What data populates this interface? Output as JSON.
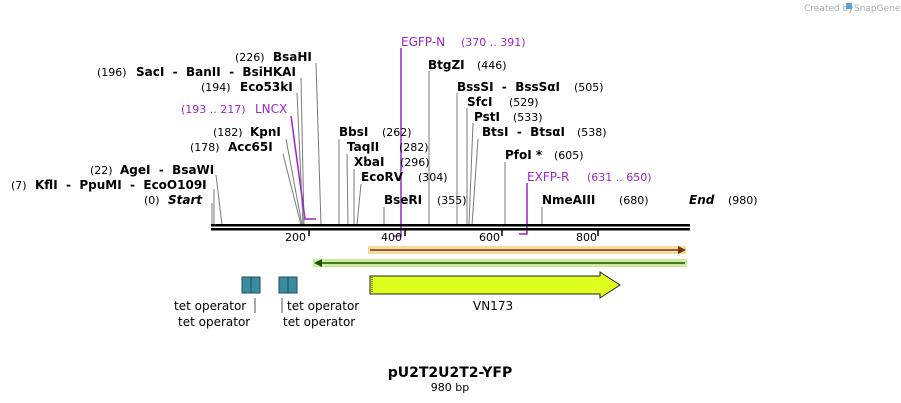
{
  "credit": {
    "prefix": "Created by",
    "brand": "SnapGene"
  },
  "map": {
    "title": "pU2T2U2T2-YFP",
    "length_label": "980 bp",
    "total_bp": 980
  },
  "labels": [
    {
      "id": "start",
      "name": "Start",
      "pos": "(0)",
      "italic": true
    },
    {
      "id": "kfli",
      "name": "KflI  -  PpuMI  -  EcoO109I",
      "pos": "(7)"
    },
    {
      "id": "agei",
      "name": "AgeI  -  BsaWI",
      "pos": "(22)"
    },
    {
      "id": "acc65i",
      "name": "Acc65I",
      "pos": "(178)"
    },
    {
      "id": "kpni",
      "name": "KpnI",
      "pos": "(182)"
    },
    {
      "id": "lncx",
      "name": "LNCX",
      "pos": "(193 .. 217)",
      "primer": true
    },
    {
      "id": "eco53ki",
      "name": "Eco53kI",
      "pos": "(194)"
    },
    {
      "id": "saci",
      "name": "SacI  -  BanII  -  BsiHKAI",
      "pos": "(196)"
    },
    {
      "id": "bsahi",
      "name": "BsaHI",
      "pos": "(226)"
    },
    {
      "id": "egfpn",
      "name": "EGFP-N",
      "pos": "(370 .. 391)",
      "primer": true
    },
    {
      "id": "btgzi",
      "name": "BtgZI",
      "pos": "(446)"
    },
    {
      "id": "bsssi",
      "name": "BssSI  -  BssSαI",
      "pos": "(505)"
    },
    {
      "id": "sfci",
      "name": "SfcI",
      "pos": "(529)"
    },
    {
      "id": "psti",
      "name": "PstI",
      "pos": "(533)"
    },
    {
      "id": "btsi",
      "name": "BtsI  -  BtsαI",
      "pos": "(538)"
    },
    {
      "id": "bbsi",
      "name": "BbsI",
      "pos": "(262)"
    },
    {
      "id": "taqii",
      "name": "TaqII",
      "pos": "(282)"
    },
    {
      "id": "xbai",
      "name": "XbaI",
      "pos": "(296)"
    },
    {
      "id": "ecorv",
      "name": "EcoRV",
      "pos": "(304)"
    },
    {
      "id": "bseri",
      "name": "BseRI",
      "pos": "(355)"
    },
    {
      "id": "pfoi",
      "name": "PfoI *",
      "pos": "(605)"
    },
    {
      "id": "exfpr",
      "name": "EXFP-R",
      "pos": "(631 .. 650)",
      "primer": true
    },
    {
      "id": "nmeaiii",
      "name": "NmeAIII",
      "pos": "(680)"
    },
    {
      "id": "end",
      "name": "End",
      "pos": "(980)",
      "italic": true
    }
  ],
  "ticks": [
    "200",
    "400",
    "600",
    "800"
  ],
  "features": {
    "tet1": "tet operator",
    "tet2": "tet operator",
    "tet3": "tet operator",
    "tet4": "tet operator",
    "vn173": "VN173"
  },
  "colors": {
    "primer": "#9b27c9",
    "operator": "#3a8c9e",
    "vn173": "#dfff1e",
    "orf_forward": "#f5a623",
    "orf_reverse": "#8fd14f",
    "backbone": "#000000"
  },
  "icon": "snapgene-logo-icon"
}
